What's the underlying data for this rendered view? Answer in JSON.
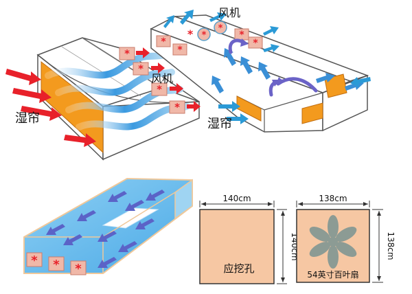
{
  "labels": {
    "fan_left": "风机",
    "fan_right": "风机",
    "curtain_left": "湿帘",
    "curtain_right": "湿帘"
  },
  "dimensions": {
    "hole": {
      "width": "140cm",
      "height": "140cm",
      "caption": "应挖孔"
    },
    "fan": {
      "width": "138cm",
      "height": "138cm",
      "caption": "54英寸百叶扇"
    }
  },
  "colors": {
    "curtain": "#f39a1e",
    "inflow_arrow": "#e8212a",
    "outflow_arrow": "#2b9ad6",
    "flow_band": "#4aa6e0",
    "fan_box": "#f0b8a8",
    "fan_star": "#e8212a",
    "hole_fill": "#f6c7a3",
    "fan_panel_fill": "#f6c7a3",
    "blade": "#8c9b94"
  }
}
